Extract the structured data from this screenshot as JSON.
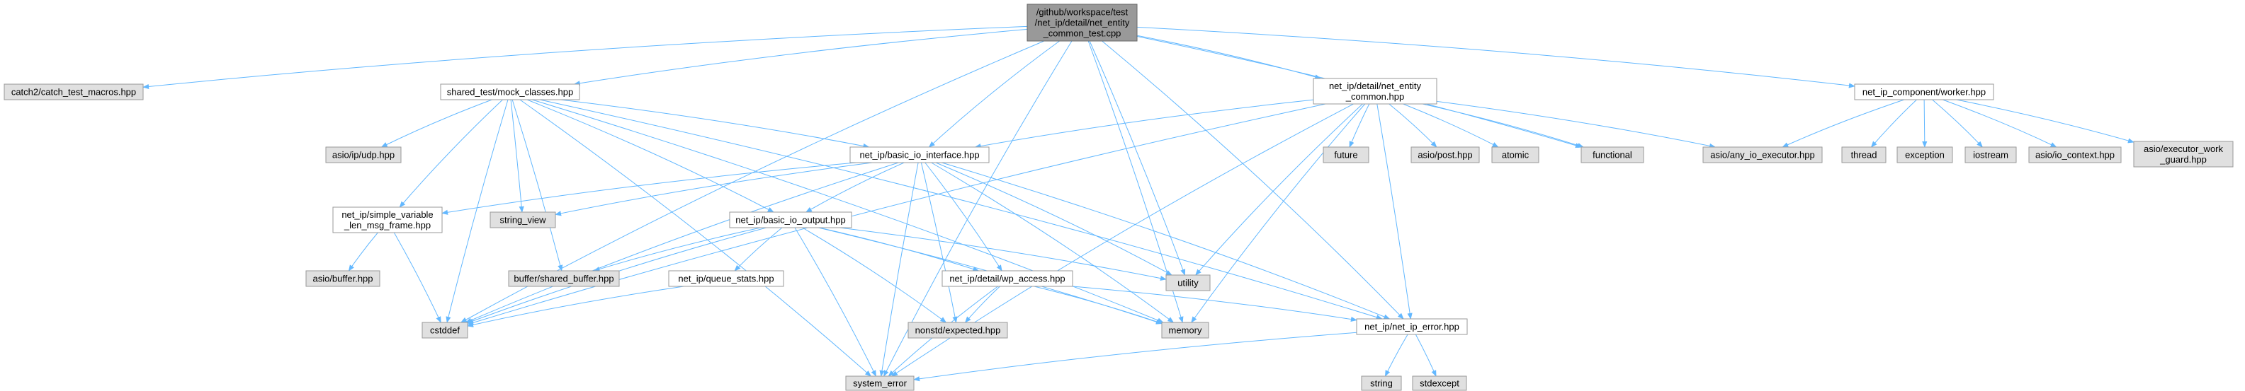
{
  "colors": {
    "root_fill": "#999999",
    "header_fill": "#ffffff",
    "system_fill": "#e0e0e0",
    "border": "#999999",
    "root_border": "#666666",
    "edge": "#63b8ff"
  },
  "nodes": {
    "root": {
      "kind": "root",
      "lines": [
        "/github/workspace/test",
        "/net_ip/detail/net_entity",
        "_common_test.cpp"
      ]
    },
    "catch2": {
      "kind": "system",
      "lines": [
        "catch2/catch_test_macros.hpp"
      ]
    },
    "mock": {
      "kind": "header",
      "lines": [
        "shared_test/mock_classes.hpp"
      ]
    },
    "entity": {
      "kind": "header",
      "lines": [
        "net_ip/detail/net_entity",
        "_common.hpp"
      ]
    },
    "worker": {
      "kind": "header",
      "lines": [
        "net_ip_component/worker.hpp"
      ]
    },
    "udp": {
      "kind": "system",
      "lines": [
        "asio/ip/udp.hpp"
      ]
    },
    "bii": {
      "kind": "header",
      "lines": [
        "net_ip/basic_io_interface.hpp"
      ]
    },
    "future": {
      "kind": "system",
      "lines": [
        "future"
      ]
    },
    "post": {
      "kind": "system",
      "lines": [
        "asio/post.hpp"
      ]
    },
    "atomic": {
      "kind": "system",
      "lines": [
        "atomic"
      ]
    },
    "functional": {
      "kind": "system",
      "lines": [
        "functional"
      ]
    },
    "anyexec": {
      "kind": "system",
      "lines": [
        "asio/any_io_executor.hpp"
      ]
    },
    "thread": {
      "kind": "system",
      "lines": [
        "thread"
      ]
    },
    "exception": {
      "kind": "system",
      "lines": [
        "exception"
      ]
    },
    "iostream": {
      "kind": "system",
      "lines": [
        "iostream"
      ]
    },
    "ioctx": {
      "kind": "system",
      "lines": [
        "asio/io_context.hpp"
      ]
    },
    "workguard": {
      "kind": "system",
      "lines": [
        "asio/executor_work",
        "_guard.hpp"
      ]
    },
    "svlmf": {
      "kind": "header",
      "lines": [
        "net_ip/simple_variable",
        "_len_msg_frame.hpp"
      ]
    },
    "stringview": {
      "kind": "system",
      "lines": [
        "string_view"
      ]
    },
    "bio": {
      "kind": "header",
      "lines": [
        "net_ip/basic_io_output.hpp"
      ]
    },
    "utility": {
      "kind": "system",
      "lines": [
        "utility"
      ]
    },
    "abuf": {
      "kind": "system",
      "lines": [
        "asio/buffer.hpp"
      ]
    },
    "shbuf": {
      "kind": "system",
      "lines": [
        "buffer/shared_buffer.hpp"
      ]
    },
    "qstats": {
      "kind": "header",
      "lines": [
        "net_ip/queue_stats.hpp"
      ]
    },
    "wpaccess": {
      "kind": "header",
      "lines": [
        "net_ip/detail/wp_access.hpp"
      ]
    },
    "cstddef": {
      "kind": "system",
      "lines": [
        "cstddef"
      ]
    },
    "expected": {
      "kind": "system",
      "lines": [
        "nonstd/expected.hpp"
      ]
    },
    "memory": {
      "kind": "system",
      "lines": [
        "memory"
      ]
    },
    "nierr": {
      "kind": "header",
      "lines": [
        "net_ip/net_ip_error.hpp"
      ]
    },
    "syserr": {
      "kind": "system",
      "lines": [
        "system_error"
      ]
    },
    "string": {
      "kind": "system",
      "lines": [
        "string"
      ]
    },
    "stdexcept": {
      "kind": "system",
      "lines": [
        "stdexcept"
      ]
    }
  },
  "edges": [
    [
      "root",
      "catch2"
    ],
    [
      "root",
      "mock"
    ],
    [
      "root",
      "entity"
    ],
    [
      "root",
      "worker"
    ],
    [
      "root",
      "bii"
    ],
    [
      "root",
      "functional"
    ],
    [
      "root",
      "utility"
    ],
    [
      "root",
      "memory"
    ],
    [
      "root",
      "cstddef"
    ],
    [
      "root",
      "syserr"
    ],
    [
      "root",
      "nierr"
    ],
    [
      "mock",
      "udp"
    ],
    [
      "mock",
      "bii"
    ],
    [
      "mock",
      "svlmf"
    ],
    [
      "mock",
      "stringview"
    ],
    [
      "mock",
      "bio"
    ],
    [
      "mock",
      "shbuf"
    ],
    [
      "mock",
      "cstddef"
    ],
    [
      "mock",
      "memory"
    ],
    [
      "mock",
      "syserr"
    ],
    [
      "mock",
      "nierr"
    ],
    [
      "entity",
      "bii"
    ],
    [
      "entity",
      "future"
    ],
    [
      "entity",
      "post"
    ],
    [
      "entity",
      "atomic"
    ],
    [
      "entity",
      "functional"
    ],
    [
      "entity",
      "anyexec"
    ],
    [
      "entity",
      "utility"
    ],
    [
      "entity",
      "memory"
    ],
    [
      "entity",
      "syserr"
    ],
    [
      "entity",
      "nierr"
    ],
    [
      "entity",
      "cstddef"
    ],
    [
      "worker",
      "anyexec"
    ],
    [
      "worker",
      "thread"
    ],
    [
      "worker",
      "exception"
    ],
    [
      "worker",
      "iostream"
    ],
    [
      "worker",
      "ioctx"
    ],
    [
      "worker",
      "workguard"
    ],
    [
      "bii",
      "svlmf"
    ],
    [
      "bii",
      "stringview"
    ],
    [
      "bii",
      "bio"
    ],
    [
      "bii",
      "utility"
    ],
    [
      "bii",
      "wpaccess"
    ],
    [
      "bii",
      "expected"
    ],
    [
      "bii",
      "memory"
    ],
    [
      "bii",
      "nierr"
    ],
    [
      "bii",
      "syserr"
    ],
    [
      "bii",
      "cstddef"
    ],
    [
      "svlmf",
      "abuf"
    ],
    [
      "svlmf",
      "cstddef"
    ],
    [
      "bio",
      "shbuf"
    ],
    [
      "bio",
      "qstats"
    ],
    [
      "bio",
      "wpaccess"
    ],
    [
      "bio",
      "utility"
    ],
    [
      "bio",
      "expected"
    ],
    [
      "bio",
      "memory"
    ],
    [
      "bio",
      "syserr"
    ],
    [
      "bio",
      "cstddef"
    ],
    [
      "qstats",
      "cstddef"
    ],
    [
      "wpaccess",
      "expected"
    ],
    [
      "wpaccess",
      "memory"
    ],
    [
      "wpaccess",
      "syserr"
    ],
    [
      "wpaccess",
      "nierr"
    ],
    [
      "nierr",
      "syserr"
    ],
    [
      "nierr",
      "string"
    ],
    [
      "nierr",
      "stdexcept"
    ]
  ]
}
